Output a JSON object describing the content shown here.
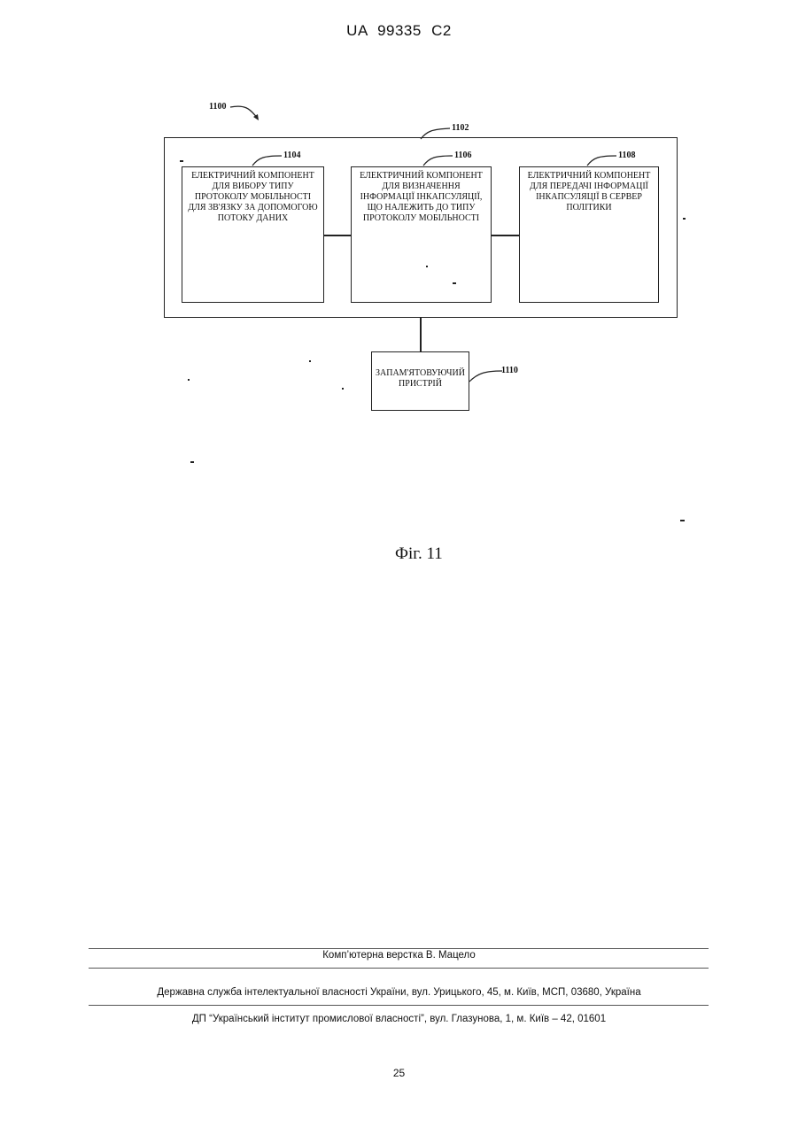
{
  "header": {
    "patent_number": "UA   99335   C2"
  },
  "diagram": {
    "ref_system": "1100",
    "ref_device": "1102",
    "components": [
      {
        "ref": "1104",
        "label": "Електричний компонент для вибору типу протоколу мобільності для зв'язку за допомогою потоку даних"
      },
      {
        "ref": "1106",
        "label": "Електричний компонент для визначення інформації інкапсуляції, що належить до типу протоколу мобільності"
      },
      {
        "ref": "1108",
        "label": "Електричний компонент для передачі інформації інкапсуляції в сервер політики"
      }
    ],
    "memory": {
      "ref": "1110",
      "label": "Запам'ятовуючий пристрій"
    }
  },
  "figure_caption": "Фіг. 11",
  "footer": {
    "layout_credit": "Комп’ютерна верстка В. Мацело",
    "office": "Державна служба інтелектуальної власності України, вул. Урицького, 45, м. Київ, МСП, 03680, Україна",
    "institute": "ДП “Український інститут промислової власності”, вул. Глазунова, 1, м. Київ – 42, 01601",
    "page_number": "25"
  }
}
